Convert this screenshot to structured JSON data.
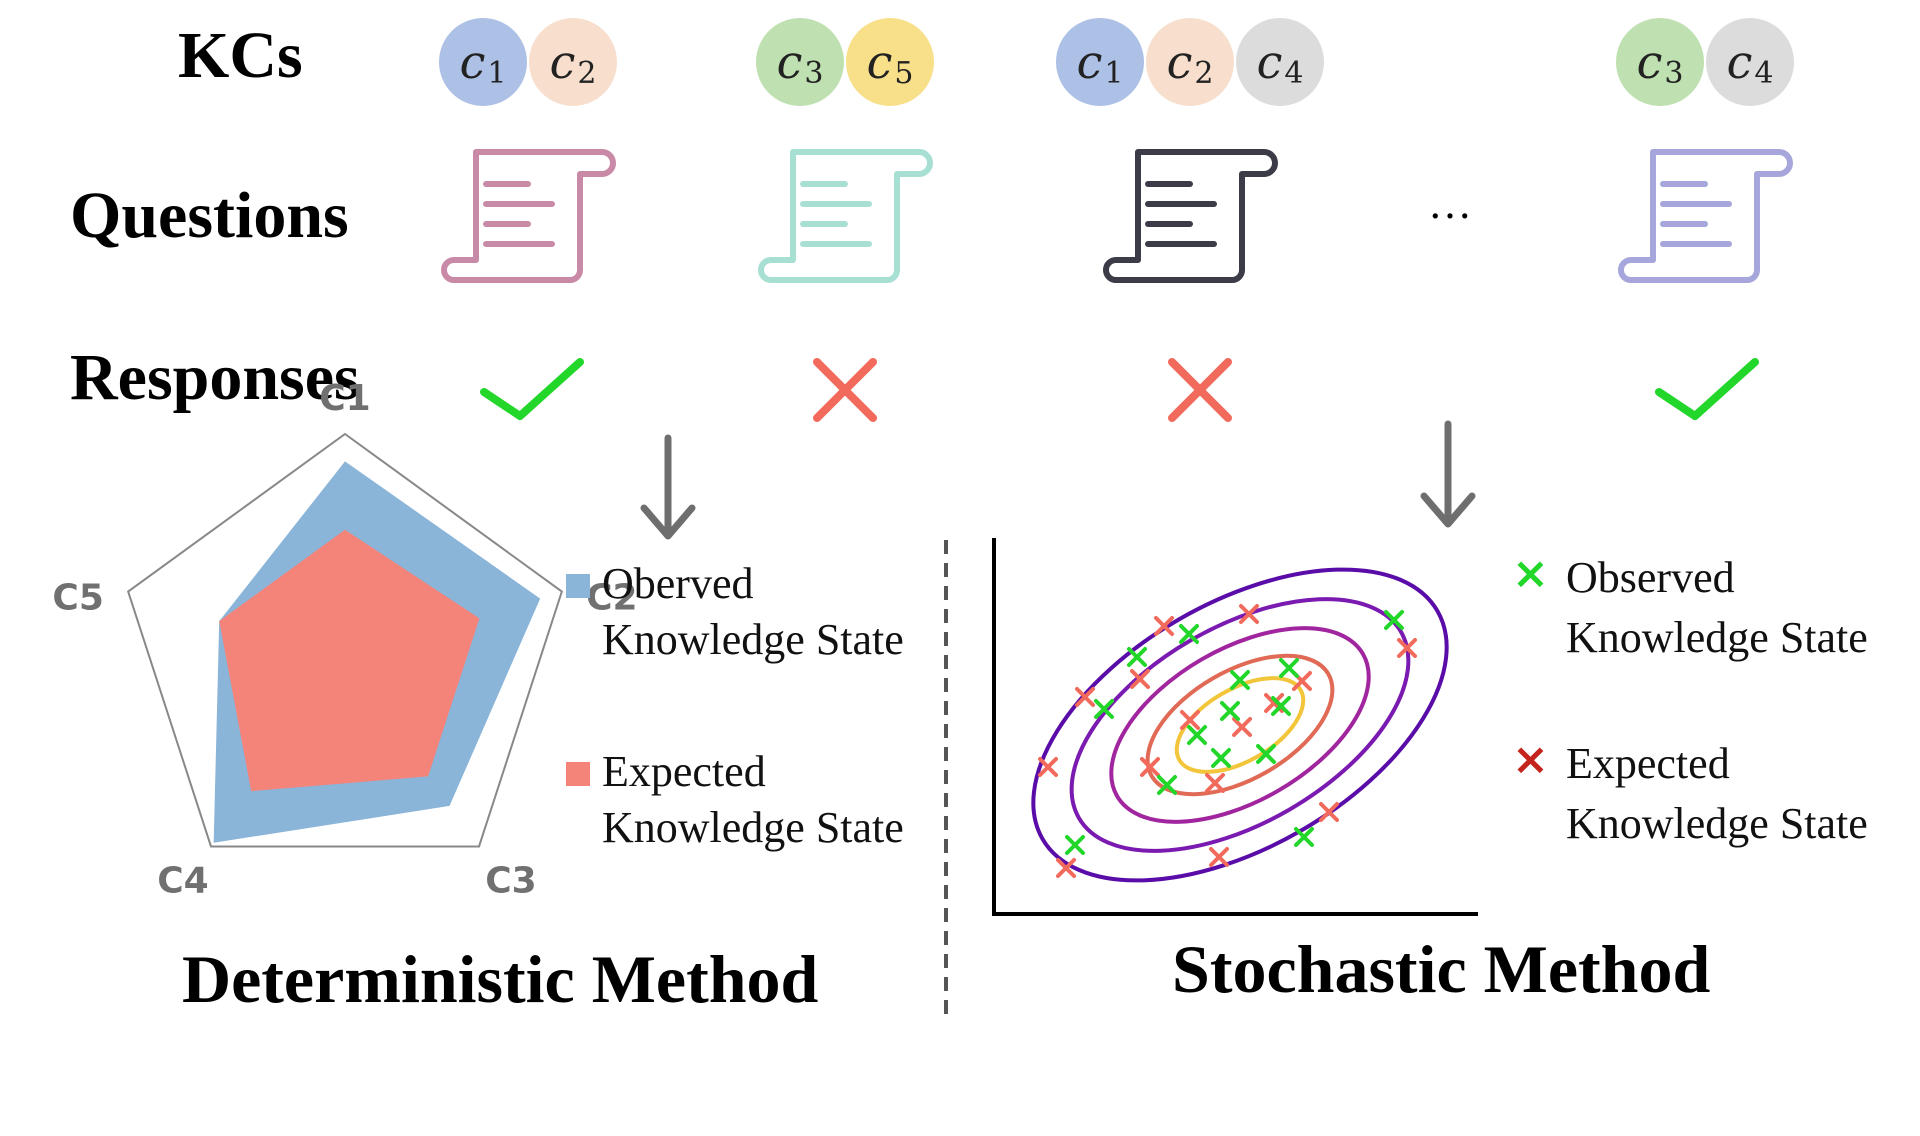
{
  "row_labels": {
    "kcs": "KCs",
    "questions": "Questions",
    "responses": "Responses"
  },
  "colors": {
    "c1": "#adc0e6",
    "c2": "#f8dfcd",
    "c3": "#bfe0b0",
    "c4": "#dcdcdc",
    "c5": "#f8e08a",
    "green": "#22d62a",
    "red": "#f26a5b",
    "arrow": "#6e6e6e",
    "observed_fill": "#8ab4d8",
    "expected_fill": "#f4847a",
    "scatter_observed": "#22d62a",
    "scatter_expected": "#f26a5b"
  },
  "columns": [
    {
      "kcs": [
        {
          "base": "c",
          "sub": "1",
          "color": "c1"
        },
        {
          "base": "c",
          "sub": "2",
          "color": "c2"
        }
      ],
      "question_color": "#c98aa7",
      "response": "correct"
    },
    {
      "kcs": [
        {
          "base": "c",
          "sub": "3",
          "color": "c3"
        },
        {
          "base": "c",
          "sub": "5",
          "color": "c5"
        }
      ],
      "question_color": "#a7dfd3",
      "response": "incorrect"
    },
    {
      "kcs": [
        {
          "base": "c",
          "sub": "1",
          "color": "c1"
        },
        {
          "base": "c",
          "sub": "2",
          "color": "c2"
        },
        {
          "base": "c",
          "sub": "4",
          "color": "c4"
        }
      ],
      "question_color": "#3c3c48",
      "response": "incorrect"
    },
    {
      "kcs": [
        {
          "base": "c",
          "sub": "3",
          "color": "c3"
        },
        {
          "base": "c",
          "sub": "4",
          "color": "c4"
        }
      ],
      "question_color": "#a6a6dc",
      "response": "correct"
    }
  ],
  "ellipsis": "…",
  "deterministic": {
    "title": "Deterministic Method",
    "axes": [
      "C1",
      "C2",
      "C3",
      "C4",
      "C5"
    ],
    "observed": [
      0.88,
      0.9,
      0.78,
      0.98,
      0.58
    ],
    "expected": [
      0.58,
      0.62,
      0.62,
      0.7,
      0.58
    ],
    "legend": [
      {
        "line1": "Oberved",
        "line2": "Knowledge State",
        "color": "observed_fill"
      },
      {
        "line1": "Expected",
        "line2": "Knowledge State",
        "color": "expected_fill"
      }
    ]
  },
  "stochastic": {
    "title": "Stochastic Method",
    "contour_colors": [
      "#5a0ca8",
      "#7a1ab0",
      "#a0259e",
      "#e06a55",
      "#f2c53a"
    ],
    "legend": [
      {
        "line1": "Observed",
        "line2": "Knowledge State",
        "marker": "×",
        "color": "#22d62a"
      },
      {
        "line1": "Expected",
        "line2": "Knowledge State",
        "marker": "×",
        "color": "#c4241b"
      }
    ]
  }
}
